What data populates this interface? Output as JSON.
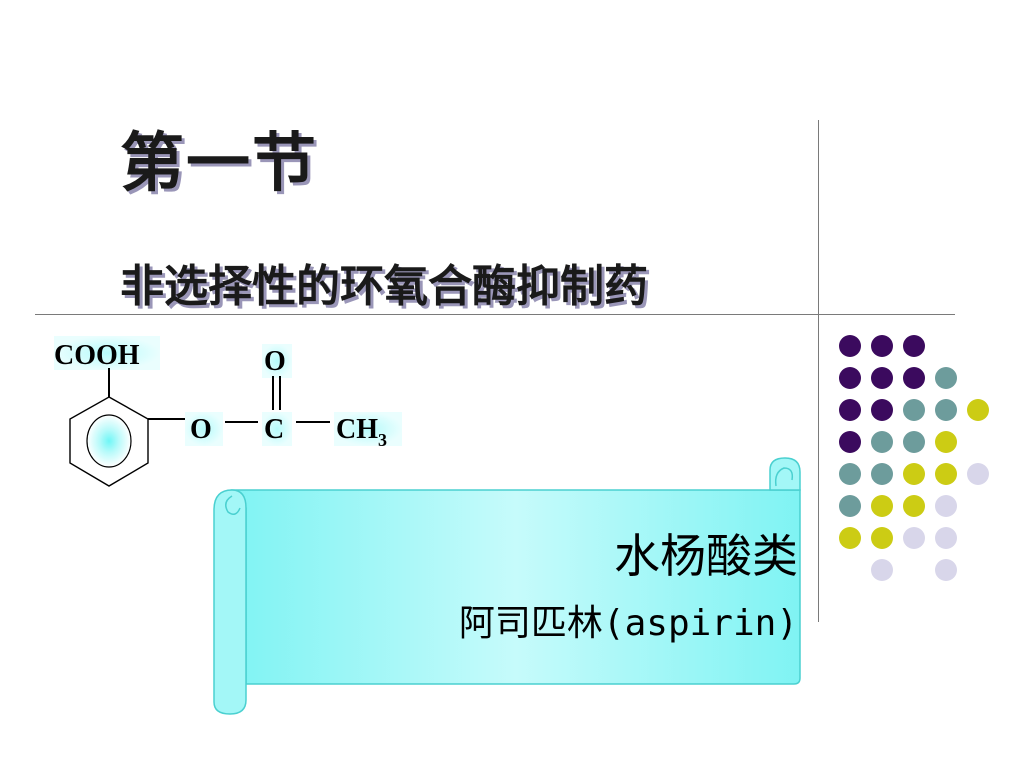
{
  "slide": {
    "title": "第一节",
    "subtitle": "非选择性的环氧合酶抑制药"
  },
  "structure": {
    "carboxyl": "COOH",
    "ester_oxygen": "O",
    "carbonyl_oxygen": "O",
    "carbonyl_carbon": "C",
    "methyl": "CH",
    "methyl_subscript": "3"
  },
  "scroll": {
    "line1": "水杨酸类",
    "line2_cn": "阿司匹林",
    "line2_latin": "(aspirin)"
  },
  "decor": {
    "dot_colors": {
      "purple": "#3b0a5e",
      "teal": "#6d9c9c",
      "olive": "#cccc14",
      "lavender": "#d8d6ea"
    },
    "scroll_fill": "#86f4f4"
  }
}
